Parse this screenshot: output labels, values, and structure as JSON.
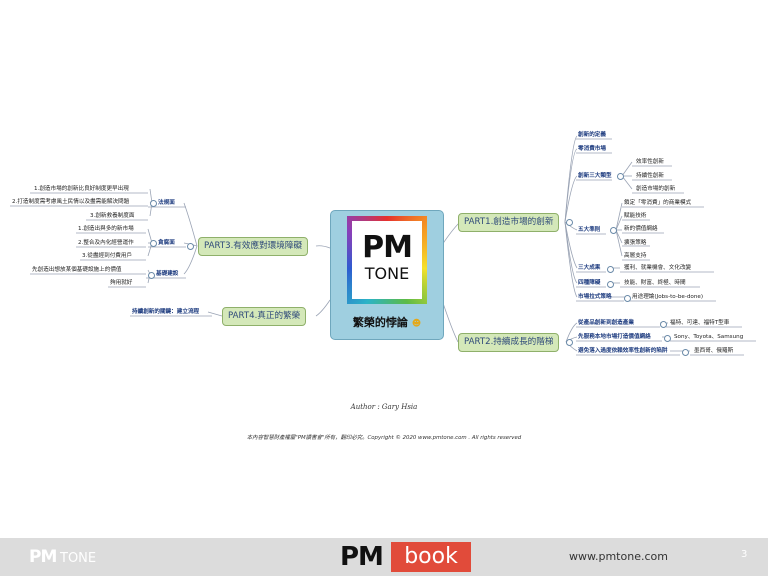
{
  "center": {
    "logo_pm": "PM",
    "logo_tone": "TONE",
    "title": "繁榮的悖論"
  },
  "parts": {
    "p1": "PART1.創造市場的創新",
    "p2": "PART2.持續成長的階梯",
    "p3": "PART3.有效應對環境障礙",
    "p4": "PART4.真正的繁榮"
  },
  "right": {
    "r1": "創新的定義",
    "r2": "零消費市場",
    "r3": "創新三大類型",
    "r3a": "效率性創新",
    "r3b": "持續性創新",
    "r3c": "創造市場的創新",
    "r4": "五大準則",
    "r4a": "鎖定「零消費」的商業模式",
    "r4b": "賦能技術",
    "r4c": "新的價值網絡",
    "r4d": "擴張策略",
    "r4e": "高層支持",
    "r5": "三大成果",
    "r5a": "獲利、就業機會、文化改變",
    "r6": "四種障礙",
    "r6a": "技能、財富、終極、時間",
    "r7": "市場拉式策略",
    "r7a": "用途理論(Jobs-to-be-done)",
    "r8": "從產品創新到創造產業",
    "r8a": "福特、可達、福特T型車",
    "r9": "先服務本地市場打造價值網絡",
    "r9a": "Sony、Toyota、Samsung",
    "r10": "避免落入過度依賴效率性創新的陷阱",
    "r10a": "墨西哥、俄羅斯"
  },
  "left": {
    "l1": "法規面",
    "l1a": "1.創造市場的創新比良好制度更早出現",
    "l1b": "2.打造制度需考慮風土民情以及盡需能解決問題",
    "l1c": "3.創新救養制度面",
    "l2": "貪腐面",
    "l2a": "1.創造出與多的新市場",
    "l2b": "2.整合及內化經營運作",
    "l2c": "3.從盡經到付費用戶",
    "l3": "基礎建設",
    "l3a": "先創造出想放某個基礎設施上的價值",
    "l3b": "夠用就好",
    "l4": "持續創新的關鍵：建立流程"
  },
  "author": "Author : Gary Hsia",
  "copyright": "本內容智慧財產權屬\"PM讀書會\"所有，翻印必究。Copyright © 2020 www.pmtone.com . All rights reserved",
  "footer": {
    "pm": "PM",
    "tone": "TONE",
    "book_pm": "PM",
    "book": "book",
    "url": "www.pmtone.com",
    "page": "3"
  },
  "colors": {
    "center_fill": "#9fcfe0",
    "part_fill": "#d4e8b9",
    "branch_text": "#1f3d80",
    "book_red": "#e14b3a"
  }
}
